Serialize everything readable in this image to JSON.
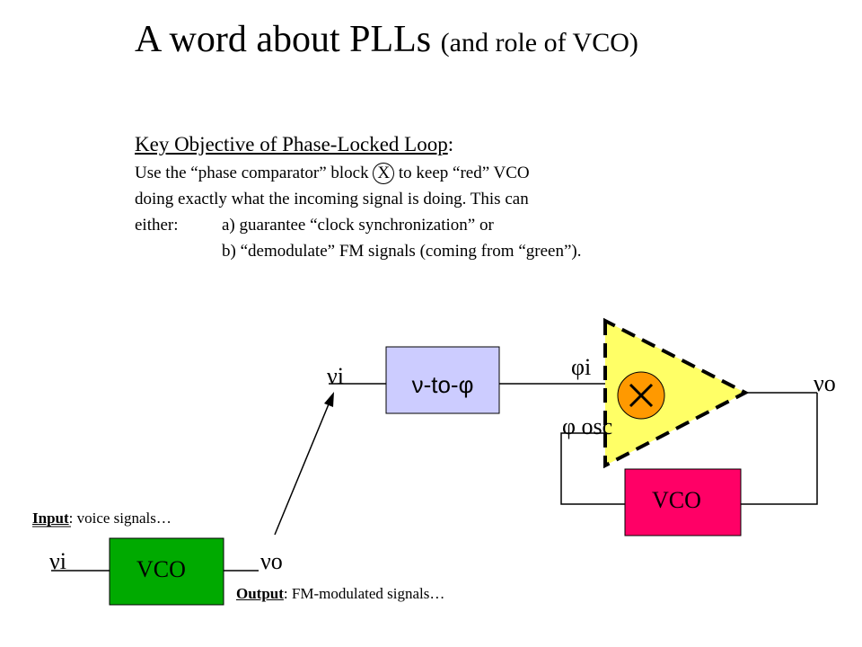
{
  "title": {
    "main": "A word about PLLs",
    "sub": "(and role of VCO)"
  },
  "objective": {
    "heading": "Key Objective of Phase-Locked Loop",
    "heading_colon": ":",
    "line1_pre": "Use the “phase comparator” block",
    "line1_circled": "X",
    "line1_post": "to keep “red” VCO",
    "line2": "doing exactly what the incoming signal is doing.  This can",
    "line3_label": "either:",
    "line3": "a) guarantee “clock synchronization” or",
    "line4": "b) “demodulate” FM signals (coming from “green”)."
  },
  "diagram": {
    "converter_label": "ν-to-φ",
    "nu_i_top": "νi",
    "phi_i": "φi",
    "phi_osc": "φ osc",
    "nu_o_right": "νo",
    "multiplier_symbol": "✕",
    "vco_feedback_label": "VCO",
    "vco_source_label": "VCO",
    "nu_i_bottom": "νi",
    "nu_o_bottom": "νo",
    "input_label": "Input",
    "input_text": ": voice signals…",
    "output_label": "Output",
    "output_text": ": FM-modulated signals…"
  },
  "colors": {
    "converter_fill": "#ccccff",
    "comparator_fill": "#ffff66",
    "multiplier_circle": "#ff9900",
    "vco_feedback_fill": "#ff0066",
    "vco_source_fill": "#00aa00"
  }
}
